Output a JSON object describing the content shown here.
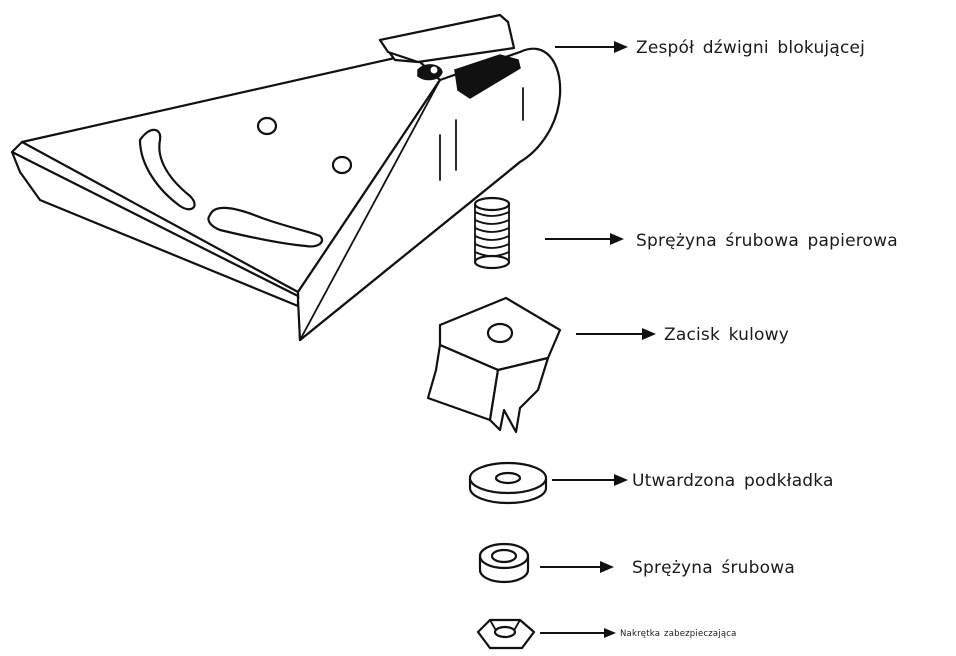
{
  "labels": {
    "locking_lever": "Zespół dźwigni blokującej",
    "paper_coil_spring": "Sprężyna śrubowa papierowa",
    "ball_clamp": "Zacisk kulowy",
    "hardened_washer": "Utwardzona podkładka",
    "coil_spring": "Sprężyna śrubowa",
    "lock_nut": "Nakrętka zabezpieczająca"
  }
}
